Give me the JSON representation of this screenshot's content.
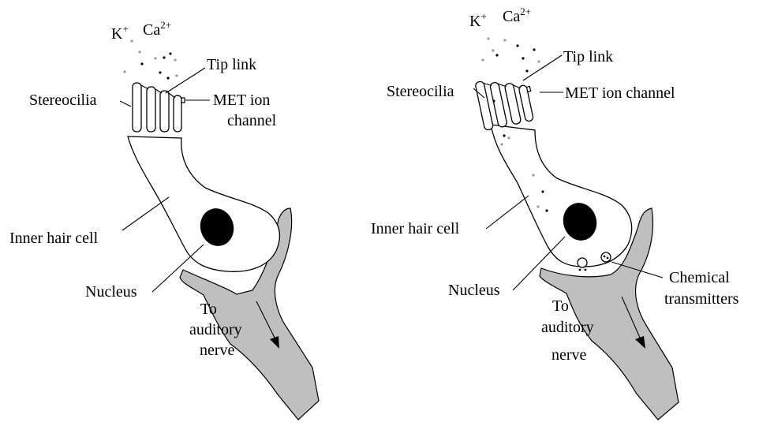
{
  "panels": [
    {
      "ions": {
        "potassium": "K",
        "potassium_charge": "+",
        "calcium": "Ca",
        "calcium_charge": "2+"
      },
      "labels": {
        "tip_link": "Tip link",
        "stereocilia": "Stereocilia",
        "met_line1": "MET ion",
        "met_line2": "channel",
        "inner_hair_cell": "Inner hair cell",
        "nucleus": "Nucleus",
        "nerve_line1": "To",
        "nerve_line2": "auditory",
        "nerve_line3": "nerve"
      }
    },
    {
      "ions": {
        "potassium": "K",
        "potassium_charge": "+",
        "calcium": "Ca",
        "calcium_charge": "2+"
      },
      "labels": {
        "tip_link": "Tip link",
        "stereocilia": "Stereocilia",
        "met_channel": "MET ion channel",
        "inner_hair_cell": "Inner hair cell",
        "nucleus": "Nucleus",
        "nerve_line1": "To",
        "nerve_line2": "auditory",
        "nerve_line3": "nerve",
        "chem_line1": "Chemical",
        "chem_line2": "transmitters"
      }
    }
  ],
  "colors": {
    "nerve_fill": "#bfbfbf",
    "potassium_dot": "#999999",
    "calcium_dot": "#000000"
  }
}
